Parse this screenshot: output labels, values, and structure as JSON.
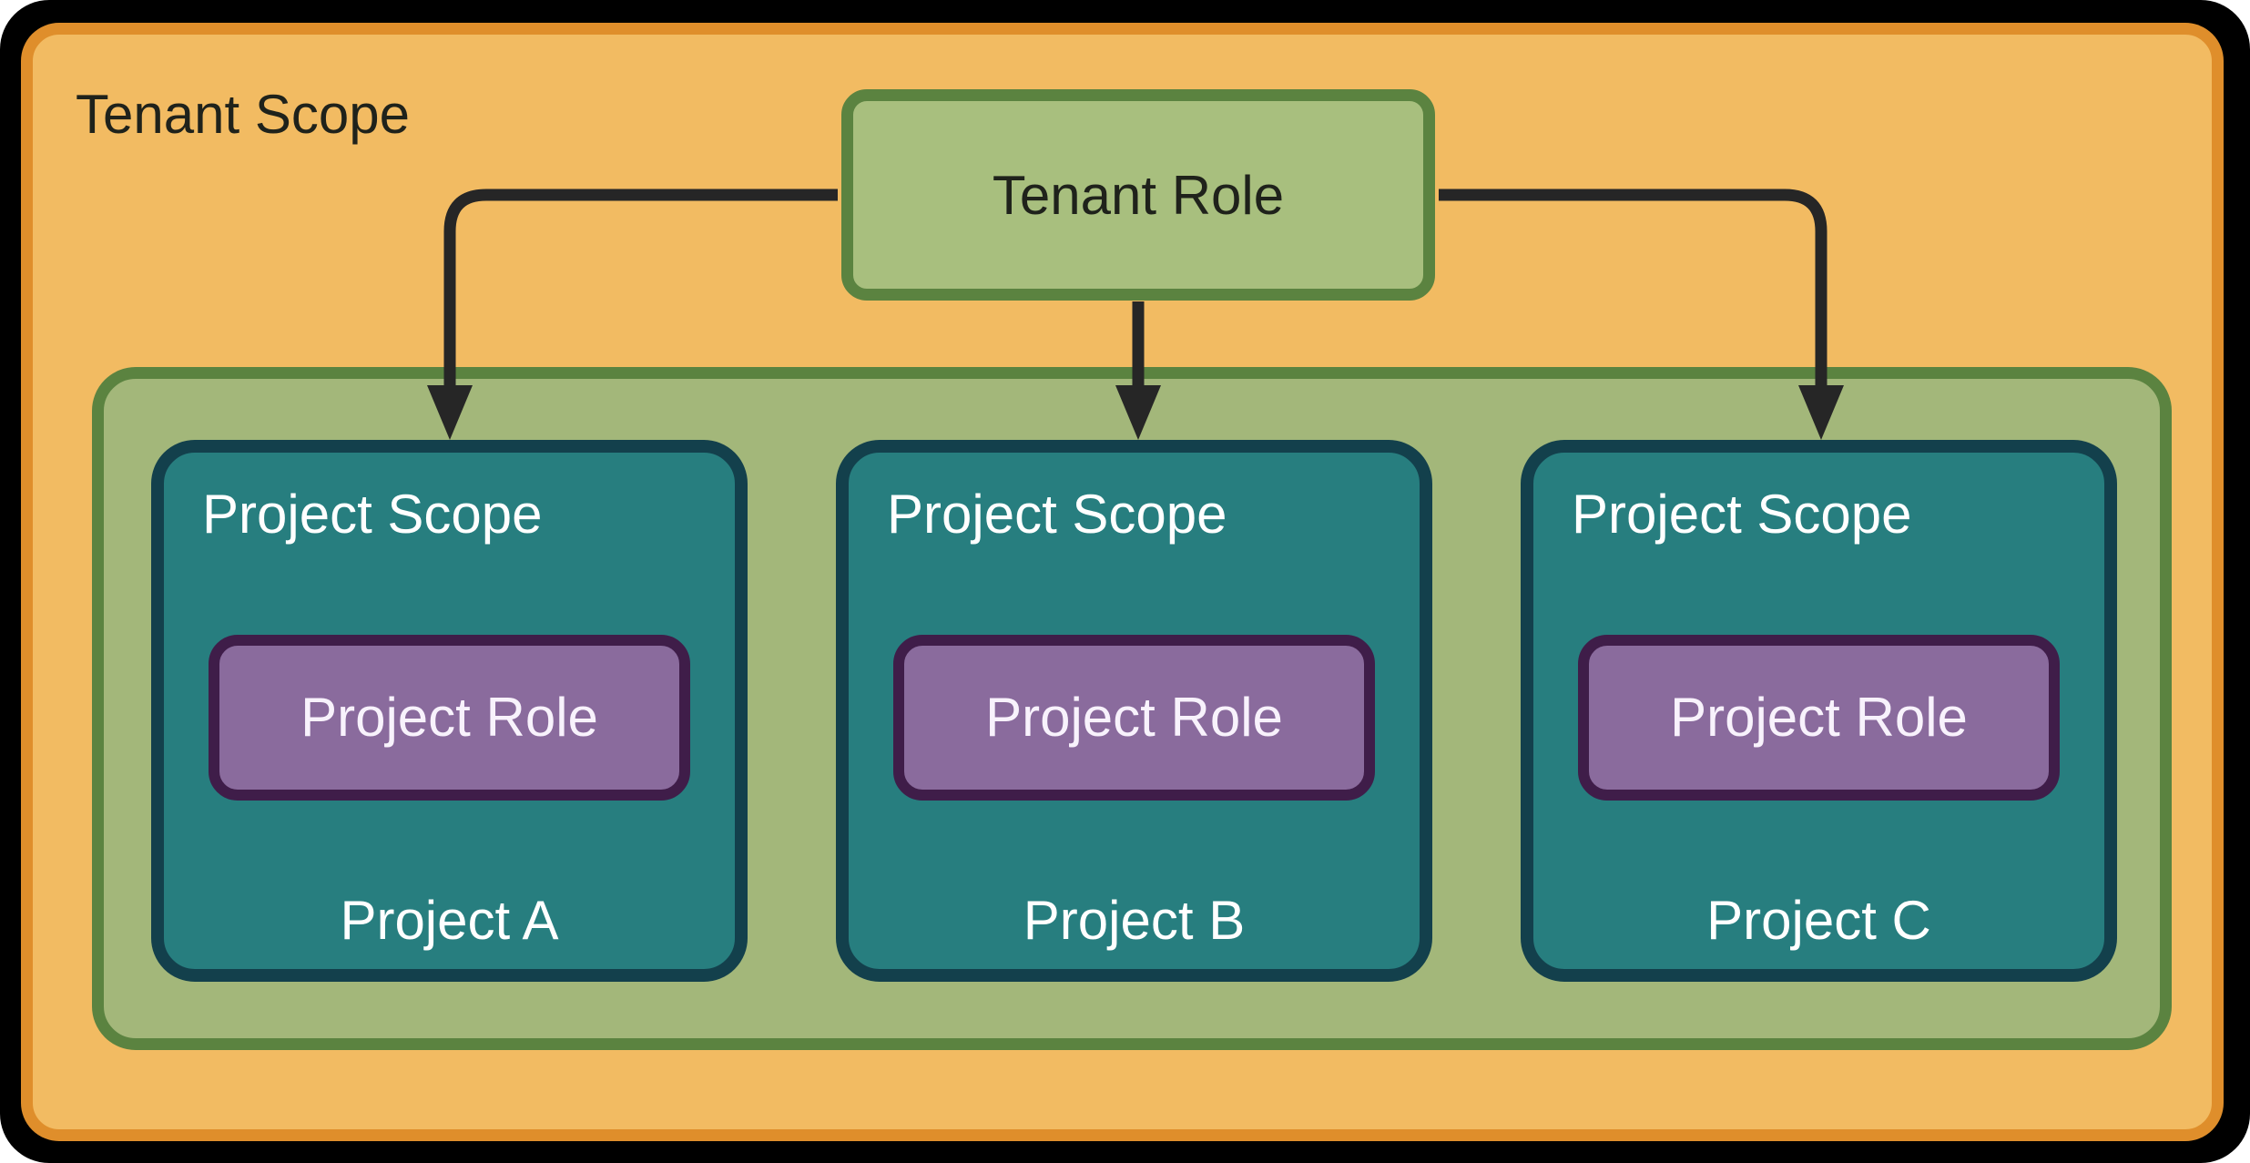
{
  "diagram": {
    "tenant_scope": {
      "label": "Tenant Scope"
    },
    "tenant_role": {
      "label": "Tenant Role"
    },
    "projects": [
      {
        "scope_label": "Project Scope",
        "role_label": "Project Role",
        "name": "Project A"
      },
      {
        "scope_label": "Project Scope",
        "role_label": "Project Role",
        "name": "Project B"
      },
      {
        "scope_label": "Project Scope",
        "role_label": "Project Role",
        "name": "Project C"
      }
    ],
    "colors": {
      "frame_black": "#000000",
      "orange_fill": "#f2bb62",
      "orange_border": "#df8e2b",
      "green_fill": "#a3b77a",
      "green_border": "#5b8340",
      "tenant_role_fill": "#a8bf7e",
      "teal_fill": "#277e7f",
      "teal_border": "#13404c",
      "purple_fill": "#8a6b9d",
      "purple_border": "#3f1d49",
      "arrow_black": "#262626",
      "text_dark": "#1f221b",
      "text_light": "#ffffff",
      "text_lavender": "#f8f2fc"
    }
  }
}
